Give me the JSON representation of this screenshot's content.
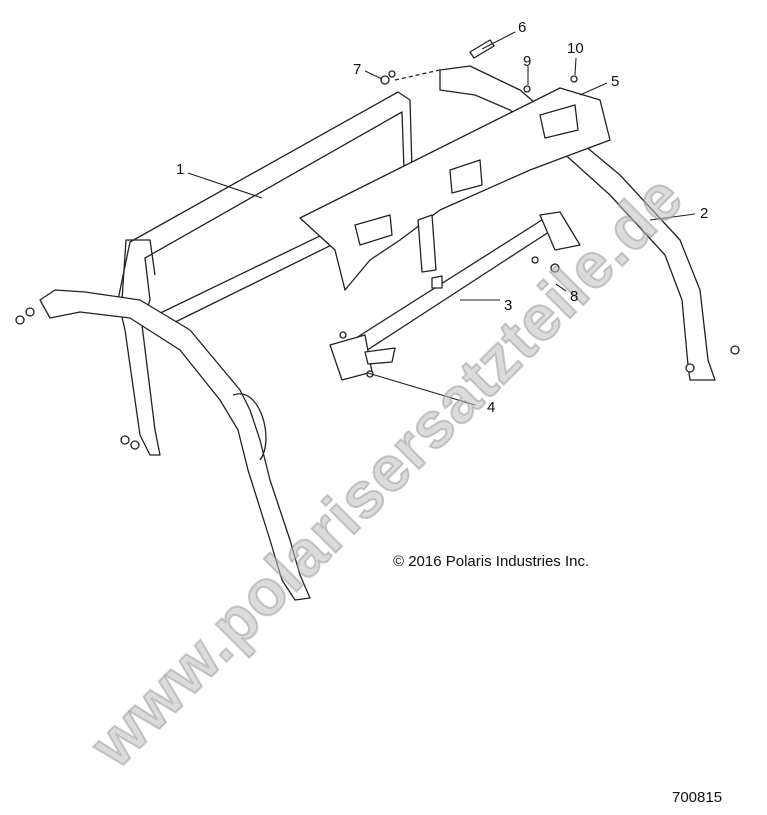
{
  "diagram": {
    "callouts": [
      {
        "id": "1",
        "label": "1"
      },
      {
        "id": "2",
        "label": "2"
      },
      {
        "id": "3",
        "label": "3"
      },
      {
        "id": "4",
        "label": "4"
      },
      {
        "id": "5",
        "label": "5"
      },
      {
        "id": "6",
        "label": "6"
      },
      {
        "id": "7",
        "label": "7"
      },
      {
        "id": "8",
        "label": "8"
      },
      {
        "id": "9",
        "label": "9"
      },
      {
        "id": "10",
        "label": "10"
      }
    ],
    "copyright": "© 2016 Polaris Industries Inc.",
    "document_number": "700815",
    "watermark": "www.polarisersatzteile.de"
  }
}
